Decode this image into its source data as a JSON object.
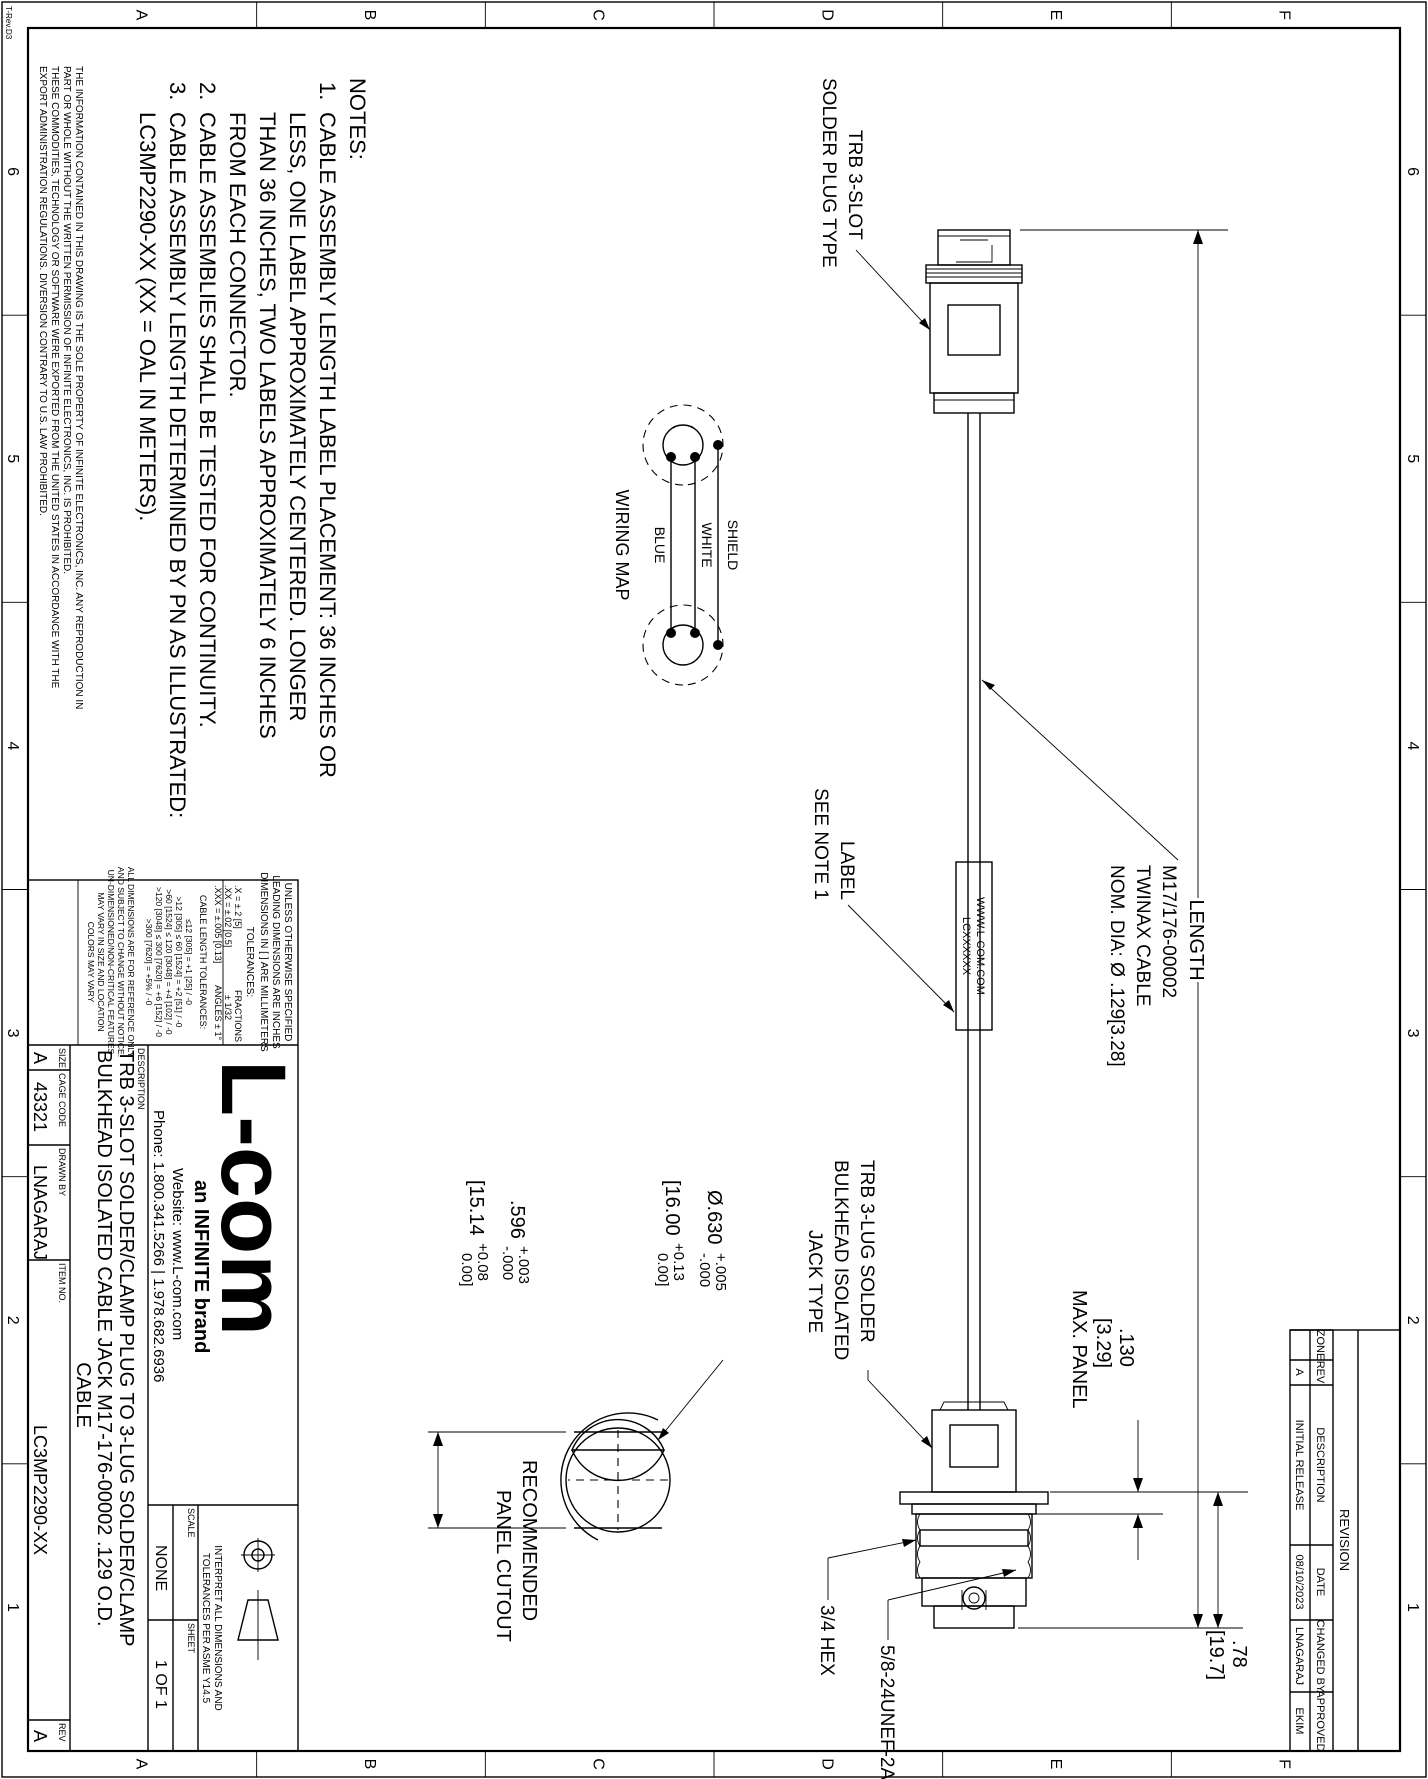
{
  "border_cols": [
    "6",
    "5",
    "4",
    "3",
    "2",
    "1"
  ],
  "border_rows": [
    "F",
    "E",
    "D",
    "C",
    "B",
    "A"
  ],
  "revision_table": {
    "title": "REVISION",
    "headers": [
      "ZONE",
      "REV",
      "DESCRIPTION",
      "DATE",
      "CHANGED BY",
      "APPROVED"
    ],
    "rows": [
      {
        "zone": "",
        "rev": "A",
        "description": "INITIAL RELEASE",
        "date": "08/10/2023",
        "changed_by": "LNAGARAJ",
        "approved": "EKIM"
      }
    ]
  },
  "dimensions": {
    "length": "LENGTH",
    "width_in": ".78",
    "width_mm": "[19.7]",
    "panel_in": ".130",
    "panel_mm": "[3.29]",
    "panel_label": "MAX. PANEL",
    "cutout_dia_in": "Ø.630",
    "cutout_dia_tol_plus": "+.005",
    "cutout_dia_tol_minus": "-.000",
    "cutout_dia_mm": "[16.00",
    "cutout_dia_mm_plus": "+0.13",
    "cutout_dia_mm_minus": "0.00]",
    "cutout_flat_in": ".596",
    "cutout_flat_tol_plus": "+.003",
    "cutout_flat_tol_minus": "-.000",
    "cutout_flat_mm": "[15.14",
    "cutout_flat_mm_plus": "+0.08",
    "cutout_flat_mm_minus": "0.00]"
  },
  "callouts": {
    "thread": "5/8-24UNEF-2A",
    "hex": "3/4 HEX",
    "jack": [
      "TRB 3-LUG SOLDER",
      "BULKHEAD ISOLATED",
      "JACK TYPE"
    ],
    "plug": [
      "TRB 3-SLOT",
      "SOLDER PLUG TYPE"
    ],
    "cable": [
      "M17/176-00002",
      "TWINAX CABLE",
      "NOM. DIA: Ø .129[3.28]"
    ],
    "label": [
      "LABEL",
      "SEE NOTE 1"
    ],
    "label_text": [
      "WWW.L-COM.COM",
      "LCXXXXXX"
    ],
    "cutout": [
      "RECOMMENDED",
      "PANEL CUTOUT"
    ]
  },
  "wiring_map": {
    "shield": "SHIELD",
    "white": "WHITE",
    "blue": "BLUE",
    "title": "WIRING MAP"
  },
  "notes": {
    "title": "NOTES:",
    "items": [
      {
        "num": "1.",
        "lines": [
          "CABLE  ASSEMBLY LENGTH LABEL PLACEMENT: 36 INCHES OR",
          "LESS, ONE LABEL APPROXIMATELY CENTERED. LONGER",
          "THAN 36 INCHES, TWO LABELS APPROXIMATELY 6 INCHES",
          "FROM EACH CONNECTOR."
        ]
      },
      {
        "num": "2.",
        "lines": [
          "CABLE ASSEMBLIES SHALL BE TESTED FOR CONTINUITY."
        ]
      },
      {
        "num": "3.",
        "lines": [
          "CABLE ASSEMBLY LENGTH DETERMINED BY PN AS ILLUSTRATED:",
          "LC3MP2290-XX (XX = OAL IN METERS)."
        ]
      }
    ]
  },
  "disclaimer": [
    "THE INFORMATION CONTAINED IN THIS DRAWING IS THE SOLE PROPERTY OF INFINITE ELECTRONICS, INC. ANY REPRODUCTION IN",
    "PART OR WHOLE WITHOUT THE  WRITTEN PERMISSION OF INFINITE ELECTRONICS, INC. IS PROHIBITED.",
    "THESE COMMODITIES, TECHNOLOGY OR SOFTWARE WERE EXPORTED FROM THE UNITED STATES IN ACCORDANCE WITH THE",
    "EXPORT ADMINISTRATION REGULATIONS. DIVERSION CONTRARY TO U.S. LAW PROHIBITED."
  ],
  "tolerances": {
    "header": [
      "UNLESS OTHERWISE SPECIFIED",
      "LEADING DIMENSIONS ARE INCHES",
      "DIMENSIONS IN [ ] ARE MILLIMETERS"
    ],
    "title": "TOLERANCES:",
    "left": [
      ".X = ±.2 [5]",
      ".XX = ±.02 [0.5]",
      ".XXX = ±.005 [0.13]"
    ],
    "fractions_title": "FRACTIONS",
    "fractions": "± 1/32",
    "angles": "ANGLES ± 1°",
    "cable_title": "CABLE LENGTH TOLERANCES:",
    "cable": [
      "≤12 [305] = +1 [25] / -0",
      ">12 [305] ≤ 60 [1524] = +2 [51] / -0",
      ">60 [1524] ≤ 120 [3048] = +4 [102] / -0",
      ">120 [3048] ≤ 300 [7620] = +6 [152] / -0",
      ">300 [7620] = +5% / -0"
    ],
    "reference": [
      "ALL DIMENSIONS ARE FOR REFERENCE ONLY",
      "AND SUBJECT TO CHANGE WITHOUT NOTICE.",
      "UN-DIMENSIONED/NON-CRITICAL FEATURES",
      "MAY VARY IN SIZE AND LOCATION",
      "COLORS MAY VARY"
    ]
  },
  "company": {
    "logo": "L-com",
    "tagline": "an INFINITE brand",
    "website": "Website: www.L-com.com",
    "phone": "Phone: 1.800.341.5266 | 1.978.682.6936"
  },
  "standard": [
    "INTERPRET ALL DIMENSIONS AND",
    "TOLERANCES PER ASME Y14.5"
  ],
  "scale": {
    "label": "SCALE",
    "value": "NONE"
  },
  "sheet": {
    "label": "SHEET",
    "value": "1 OF 1"
  },
  "description": {
    "label": "DESCRIPTION",
    "lines": [
      "TRB 3-SLOT SOLDER/CLAMP PLUG TO 3-LUG SOLDER/CLAMP",
      "BULKHEAD ISOLATED CABLE JACK M17-176-00002 .129 O.D.",
      "CABLE"
    ]
  },
  "title_block": {
    "size_label": "SIZE",
    "size": "A",
    "cage_label": "CAGE CODE",
    "cage": "43321",
    "drawn_label": "DRAWN BY",
    "drawn": "LNAGARAJ",
    "item_label": "ITEM NO.",
    "item": "LC3MP2290-XX",
    "rev_label": "REV",
    "rev": "A"
  },
  "form_id": "T-Rev.D3"
}
